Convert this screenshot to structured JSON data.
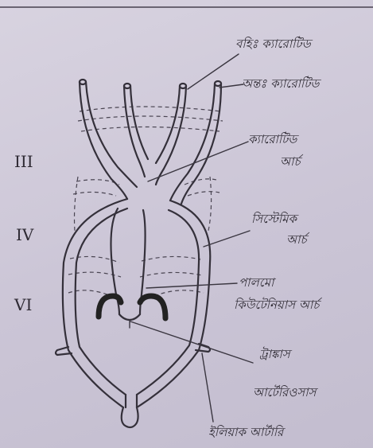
{
  "roman_numerals": [
    "III",
    "IV",
    "VI"
  ],
  "labels": {
    "ext_carotid": "বহিঃ ক্যারোটিড",
    "int_carotid": "অন্তঃ ক্যারোটিড",
    "carotid_arch_1": "ক্যারোটিড",
    "carotid_arch_2": "আর্চ",
    "systemic_arch_1": "সিস্টেমিক",
    "systemic_arch_2": "আর্চ",
    "pulmo_1": "পালমো",
    "pulmo_2": "কিউটেনিয়াস আর্চ",
    "truncus_1": "ট্রাঙ্কাস",
    "truncus_2": "আর্টেরিওসাস",
    "iliac": "ইলিয়াক আর্টারি"
  }
}
